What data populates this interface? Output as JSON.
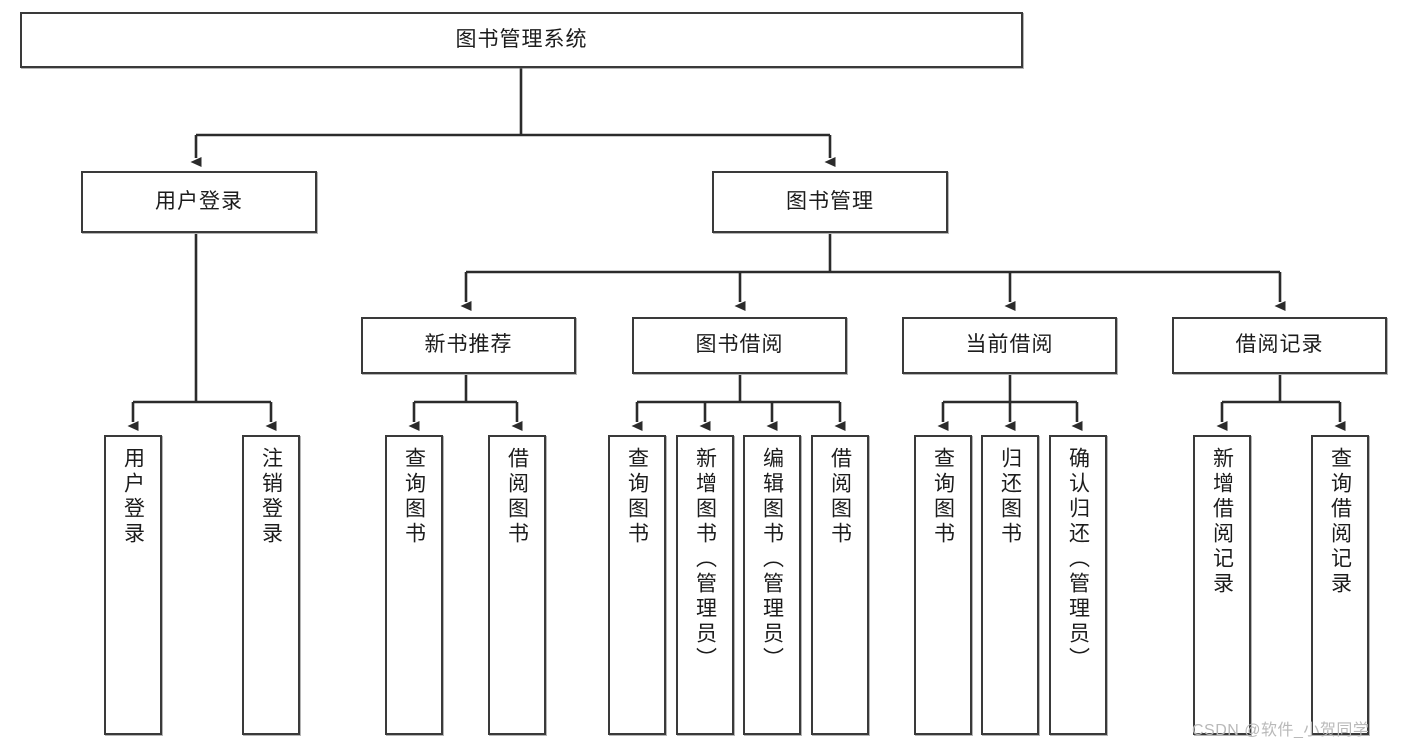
{
  "diagram": {
    "type": "tree-hierarchy-chart",
    "title": "图书管理系统",
    "levels": {
      "root": {
        "label": "图书管理系统"
      },
      "level2": [
        {
          "id": "user-login",
          "label": "用户登录"
        },
        {
          "id": "book-management",
          "label": "图书管理"
        }
      ],
      "level3": [
        {
          "id": "new-book-recommend",
          "label": "新书推荐",
          "parent": "book-management"
        },
        {
          "id": "book-borrow",
          "label": "图书借阅",
          "parent": "book-management"
        },
        {
          "id": "current-borrow",
          "label": "当前借阅",
          "parent": "book-management"
        },
        {
          "id": "borrow-record",
          "label": "借阅记录",
          "parent": "book-management"
        }
      ],
      "leaves": [
        {
          "id": "leaf-user-login",
          "label": "用户登录",
          "parent": "user-login"
        },
        {
          "id": "leaf-logout",
          "label": "注销登录",
          "parent": "user-login"
        },
        {
          "id": "leaf-query-book-1",
          "label": "查询图书",
          "parent": "new-book-recommend"
        },
        {
          "id": "leaf-borrow-book-1",
          "label": "借阅图书",
          "parent": "new-book-recommend"
        },
        {
          "id": "leaf-query-book-2",
          "label": "查询图书",
          "parent": "book-borrow"
        },
        {
          "id": "leaf-add-book",
          "label": "新增图书（管理员）",
          "parent": "book-borrow"
        },
        {
          "id": "leaf-edit-book",
          "label": "编辑图书（管理员）",
          "parent": "book-borrow"
        },
        {
          "id": "leaf-borrow-book-2",
          "label": "借阅图书",
          "parent": "book-borrow"
        },
        {
          "id": "leaf-query-book-3",
          "label": "查询图书",
          "parent": "current-borrow"
        },
        {
          "id": "leaf-return-book",
          "label": "归还图书",
          "parent": "current-borrow"
        },
        {
          "id": "leaf-confirm-return",
          "label": "确认归还（管理员）",
          "parent": "current-borrow"
        },
        {
          "id": "leaf-add-record",
          "label": "新增借阅记录",
          "parent": "borrow-record"
        },
        {
          "id": "leaf-query-record",
          "label": "查询借阅记录",
          "parent": "borrow-record"
        }
      ]
    },
    "colors": {
      "box_border": "#3a3a3a",
      "box_fill": "#ffffff",
      "edge": "#2b2b2b",
      "text": "#1c1c1c",
      "watermark": "#b9b9b9"
    }
  },
  "watermark": {
    "text": "CSDN @软件_小贺同学"
  }
}
